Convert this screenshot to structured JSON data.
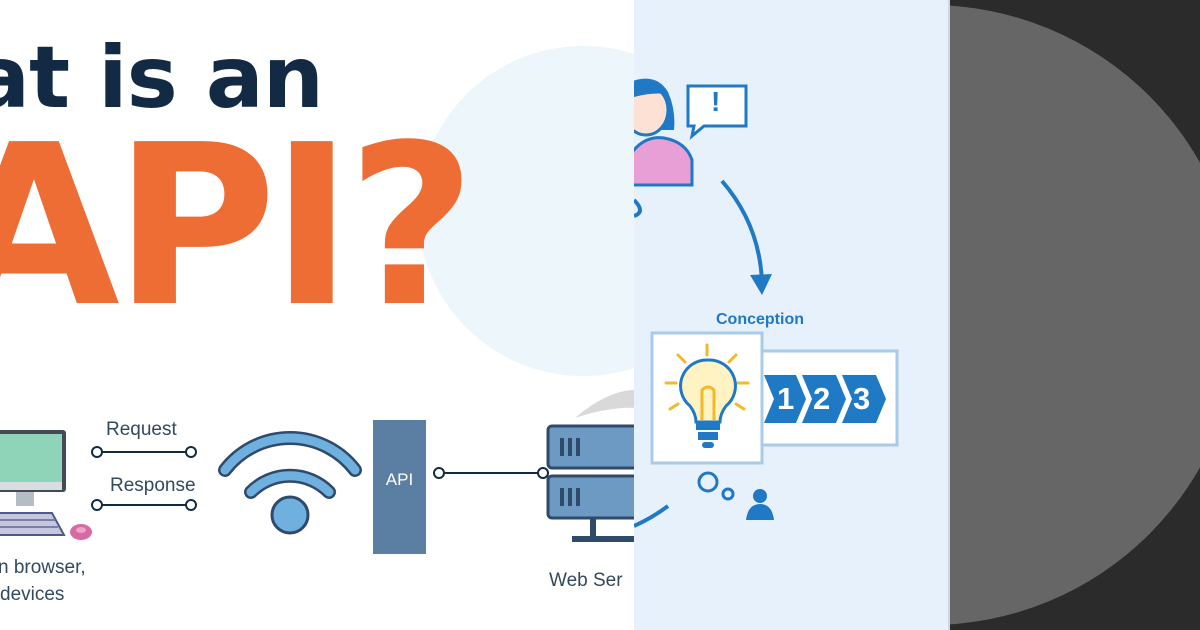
{
  "left_panel": {
    "title_line1": "at is an",
    "title_line2": "API?",
    "request_label": "Request",
    "response_label": "Response",
    "api_label": "API",
    "client_caption_line1": "n browser,",
    "client_caption_line2": "devices",
    "server_caption": "Web Ser"
  },
  "middle_panel": {
    "conception_label": "Conception",
    "alert_glyph": "!",
    "steps": [
      "1",
      "2",
      "3"
    ]
  },
  "icons": [
    "computer-icon",
    "wifi-icon",
    "server-icon",
    "person-icon",
    "speech-bubble-icon",
    "lightbulb-icon",
    "user-icon"
  ],
  "colors": {
    "title_dark": "#132a44",
    "title_orange": "#ee6d35",
    "accent_blue": "#1f79c4",
    "api_box": "#5a7fa3",
    "dark_panel": "#2b2b2b",
    "circle_gray": "#666666"
  }
}
